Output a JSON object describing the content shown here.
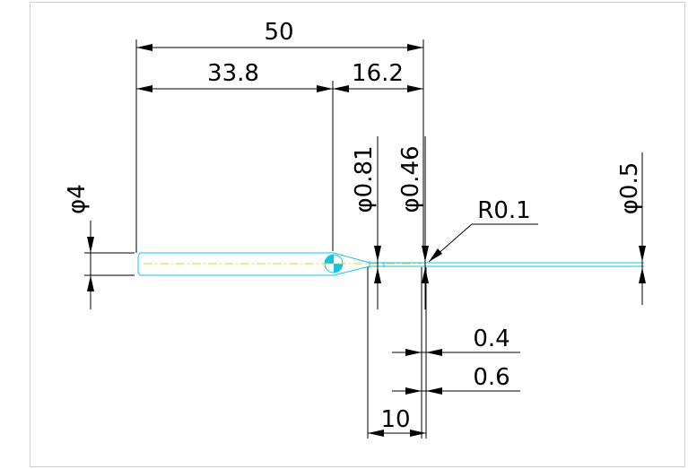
{
  "colors": {
    "background": "#ffffff",
    "drawing_area": "#ffffff",
    "border": "#cfcfcf",
    "outline": "#17c2e4",
    "centerline": "#e6d21a",
    "dimension": "#000000"
  },
  "dimensions": {
    "overall_length": "50",
    "shank_length": "33.8",
    "tip_length": "16.2",
    "shank_diameter": "φ4",
    "neck_diameter": "φ0.81",
    "tip_diameter": "φ0.46",
    "corner_radius": "R0.1",
    "wire_diameter": "φ0.5",
    "offset_a": "0.4",
    "offset_b": "0.6",
    "neck_length": "10"
  }
}
